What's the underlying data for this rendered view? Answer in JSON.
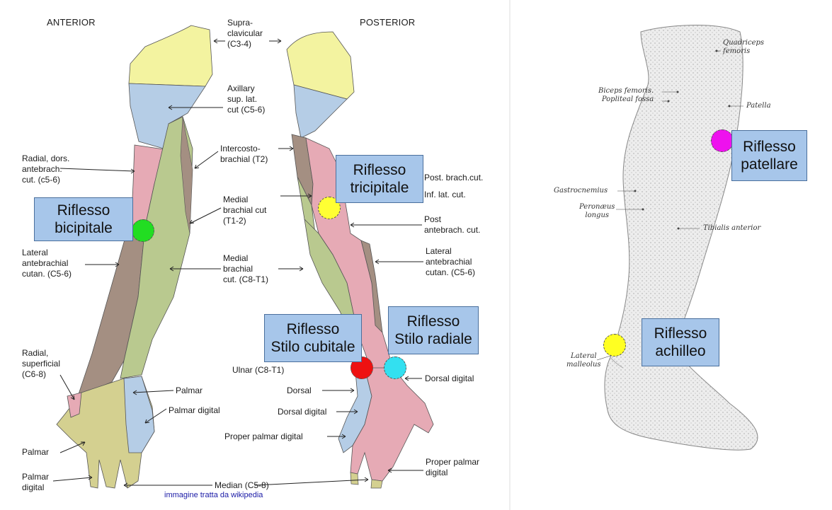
{
  "headers": {
    "anterior": "ANTERIOR",
    "posterior": "POSTERIOR"
  },
  "nerve_labels": {
    "supraclavicular": "Supra-\nclavicular\n(C3-4)",
    "axillary": "Axillary\nsup. lat.\ncut (C5-6)",
    "intercostobrachial": "Intercosto-\nbrachial (T2)",
    "medial_brachial_cut": "Medial\nbrachial cut\n(T1-2)",
    "medial_brachial_cut_c8": "Medial\nbrachial\ncut. (C8-T1)",
    "radial_dors": "Radial, dors.\nantebrach.\ncut. (c5-6)",
    "lateral_antebrachial_left": "Lateral\nantebrachial\ncutan. (C5-6)",
    "radial_superficial": "Radial,\nsuperficial\n(C6-8)",
    "palmar_left": "Palmar",
    "palmar_digital_left": "Palmar\ndigital",
    "palmar_center": "Palmar",
    "palmar_digital_center": "Palmar digital",
    "ulnar": "Ulnar (C8-T1)",
    "dorsal": "Dorsal",
    "dorsal_digital_center": "Dorsal digital",
    "proper_palmar_digital_center": "Proper palmar digital",
    "median": "Median (C5-8)",
    "post_brach_cut": "Post. brach.cut.",
    "inf_lat_cut": "Inf. lat. cut.",
    "post_antebrach_cut": "Post\nantebrach. cut.",
    "lateral_antebrachial_right": "Lateral\nantebrachial\ncutan. (C5-6)",
    "dorsal_digital_right": "Dorsal digital",
    "proper_palmar_digital_right": "Proper palmar\ndigital"
  },
  "leg_labels": {
    "quadriceps": "Quadriceps\nfemoris",
    "biceps_femoris": "Biceps femoris.\nPopliteal fossa",
    "patella": "Patella",
    "gastrocnemius": "Gastrocnemius",
    "peronaeus": "Peronæus\nlongus",
    "tibialis": "Tibialis anterior",
    "lateral_malleolus": "Lateral\nmalleolus"
  },
  "reflex_boxes": {
    "bicipitale": "Riflesso\nbicipitale",
    "tricipitale": "Riflesso\ntricipitale",
    "stilo_cubitale": "Riflesso\nStilo cubitale",
    "stilo_radiale": "Riflesso\nStilo radiale",
    "patellare": "Riflesso\npatellare",
    "achilleo": "Riflesso\nachilleo"
  },
  "reflex_points": [
    {
      "name": "bicipitale",
      "color": "#22dd22"
    },
    {
      "name": "tricipitale",
      "color": "#ffff33"
    },
    {
      "name": "stilo_cubitale",
      "color": "#ee1111"
    },
    {
      "name": "stilo_radiale",
      "color": "#33e0f0"
    },
    {
      "name": "patellare",
      "color": "#ee11ee"
    },
    {
      "name": "achilleo",
      "color": "#ffff22"
    }
  ],
  "credit": "immagine tratta da wikipedia",
  "colors": {
    "supraclavicular": "#f3f3a0",
    "axillary": "#b5cde6",
    "radial": "#e6aab5",
    "medial": "#b9c98f",
    "lateral": "#a48f82",
    "hand": "#d4d090",
    "box": "#a7c6ea"
  }
}
